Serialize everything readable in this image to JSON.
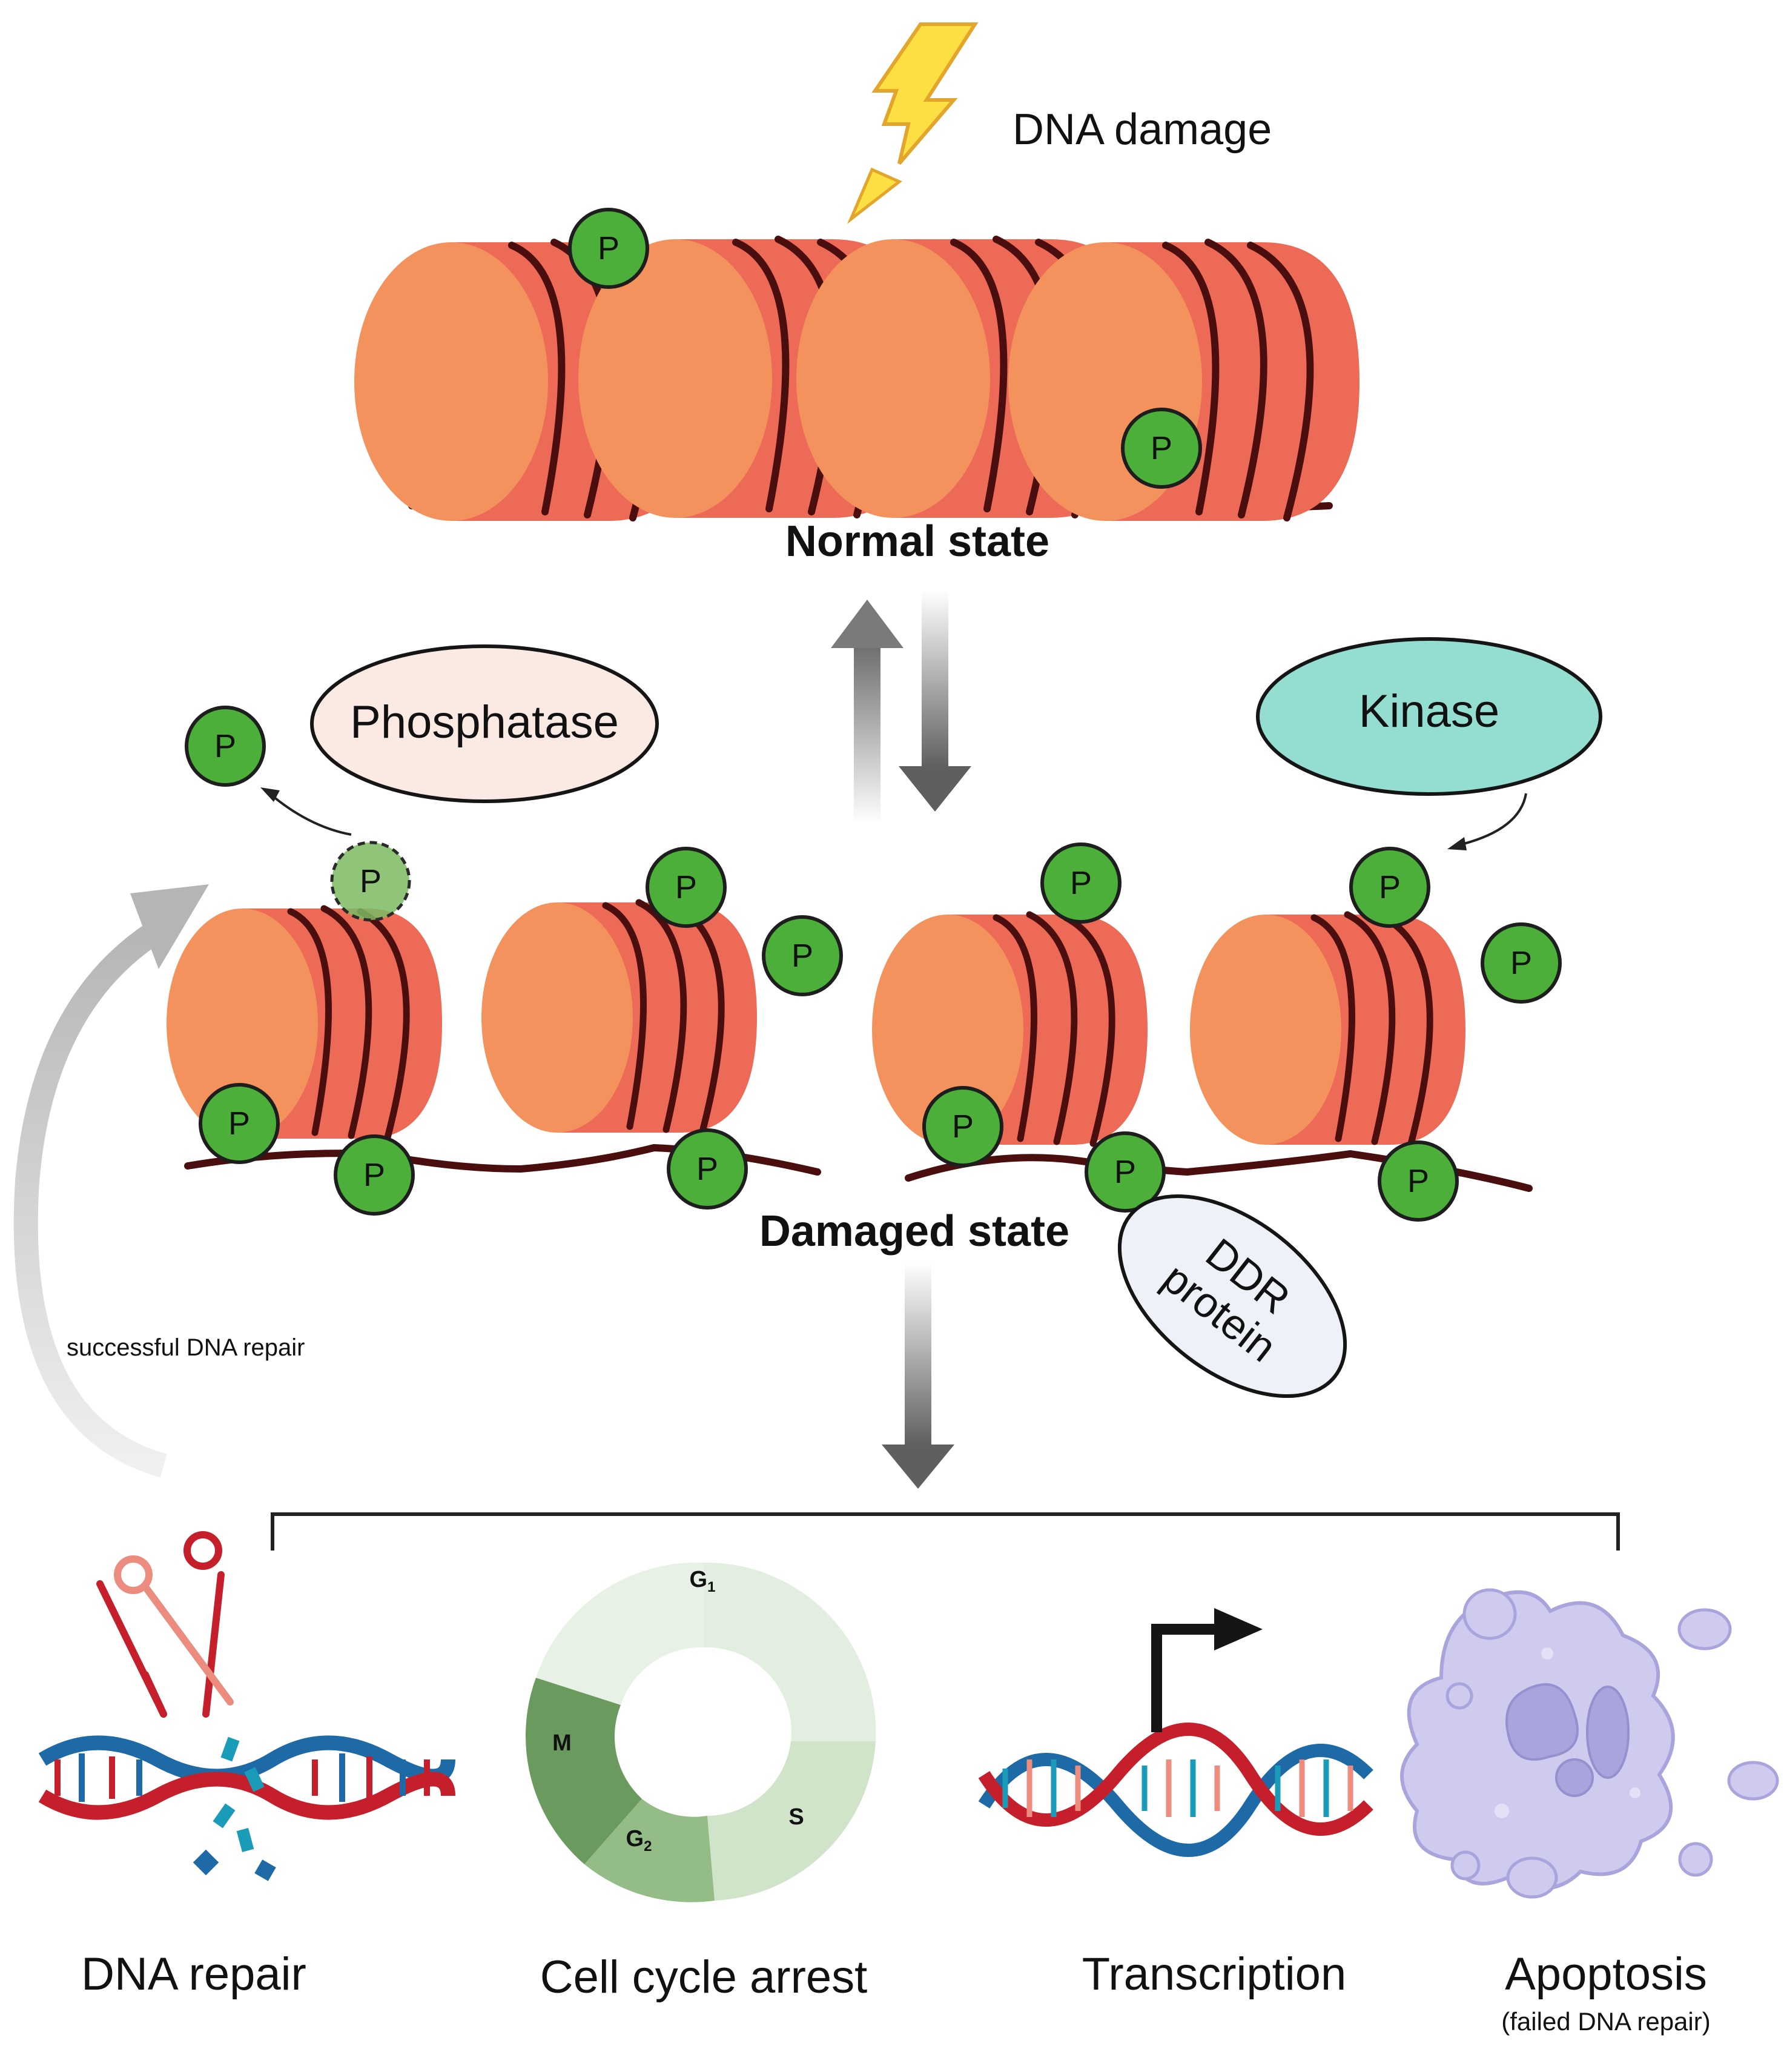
{
  "damage": {
    "label": "DNA damage"
  },
  "states": {
    "normal": "Normal state",
    "damaged": "Damaged state"
  },
  "enzymes": {
    "phosphatase": "Phosphatase",
    "kinase": "Kinase",
    "ddr_line1": "DDR",
    "ddr_line2": "protein"
  },
  "phospho_label": "P",
  "repair_loop": {
    "label": "successful DNA repair"
  },
  "outcomes": {
    "repair": "DNA repair",
    "arrest": "Cell cycle arrest",
    "transcription": "Transcription",
    "apoptosis": "Apoptosis",
    "apoptosis_note": "(failed DNA repair)"
  },
  "cell_cycle": {
    "g1": "G",
    "g1_sub": "1",
    "s": "S",
    "g2": "G",
    "g2_sub": "2",
    "m": "M"
  },
  "colors": {
    "histone_light": "#F4925E",
    "histone_dark": "#EC6A56",
    "dna": "#4A0E0E",
    "phospho": "#4CAF3A",
    "phosphatase": "#FBE9E4",
    "kinase": "#93DED1",
    "ddr": "#EEF2F8",
    "note_blue": "#3F4DA8"
  }
}
